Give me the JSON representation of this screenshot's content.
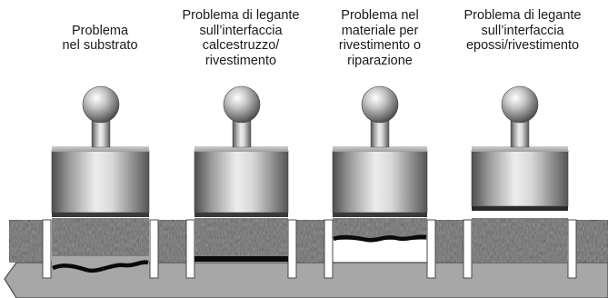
{
  "captions": [
    {
      "lines": [
        "",
        "Problema",
        "nel substrato"
      ]
    },
    {
      "lines": [
        "Problema di legante",
        "sull’interfaccia",
        "calcestruzzo/",
        "rivestimento"
      ]
    },
    {
      "lines": [
        "Problema nel",
        "materiale per",
        "rivestimento o",
        "riparazione"
      ]
    },
    {
      "lines": [
        "Problema di legante",
        "sull’interfaccia",
        "epossi/rivestimento"
      ]
    }
  ],
  "colors": {
    "substrate": "#a7a7a7",
    "substrate_edge": "#4a4a4a",
    "coating": "#6b6b6b",
    "crack": "#0a0a0a",
    "dolly_light": "#e6e6e6",
    "dolly_dark": "#5c5c5c",
    "text": "#1a1a1a"
  },
  "failure_modes": [
    "substrate-crack",
    "interface-concrete-coating",
    "coating-material",
    "interface-epoxy-coating"
  ]
}
